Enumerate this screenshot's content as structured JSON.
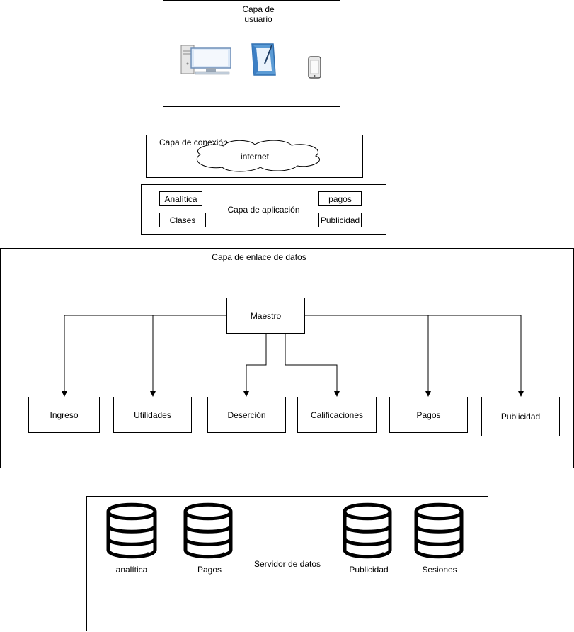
{
  "user_layer": {
    "title_line1": "Capa de",
    "title_line2": "usuario"
  },
  "connection_layer": {
    "title": "Capa de conexión",
    "cloud_label": "internet"
  },
  "application_layer": {
    "title": "Capa de aplicación",
    "modules": [
      "Analítica",
      "Clases",
      "pagos",
      "Publicidad"
    ]
  },
  "data_link_layer": {
    "title": "Capa de enlace de datos",
    "root": "Maestro",
    "children": [
      "Ingreso",
      "Utilidades",
      "Deserción",
      "Calificaciones",
      "Pagos",
      "Publicidad"
    ]
  },
  "data_server": {
    "title": "Servidor de datos",
    "databases": [
      "analítica",
      "Pagos",
      "Publicidad",
      "Sesiones"
    ]
  }
}
